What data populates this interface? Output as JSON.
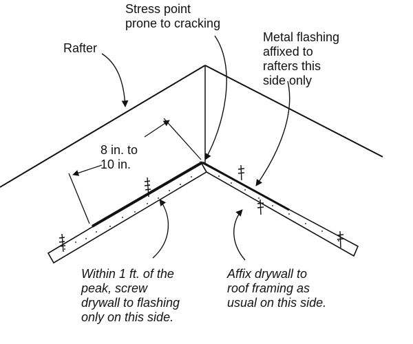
{
  "labels": {
    "stress_point": [
      "Stress point",
      "prone to cracking"
    ],
    "rafter": "Rafter",
    "metal_flashing": [
      "Metal flashing",
      "affixed to",
      "rafters this",
      "side only"
    ],
    "distance": [
      "8 in. to",
      "10 in."
    ],
    "left_note": [
      "Within 1 ft. of the",
      "peak, screw",
      "drywall to flashing",
      "only on this side."
    ],
    "right_note": [
      "Affix drywall to",
      "roof framing as",
      "usual on this side."
    ]
  }
}
